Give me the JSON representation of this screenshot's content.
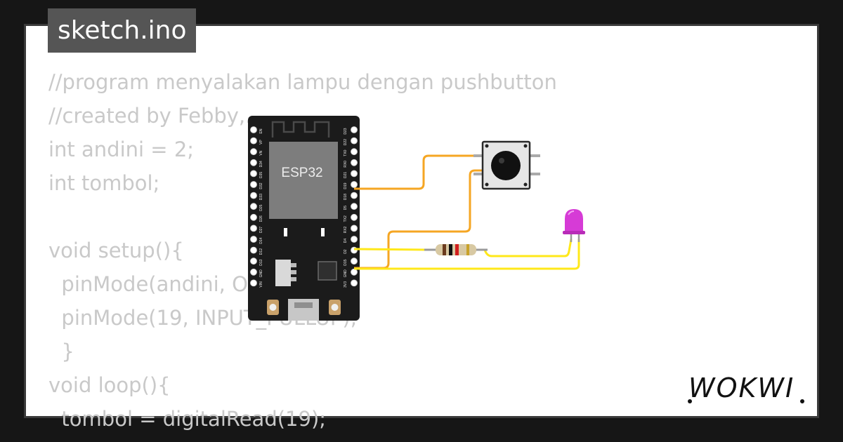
{
  "editor": {
    "filename": "sketch.ino",
    "code_lines": [
      "//program menyalakan lampu dengan pushbutton",
      "//created by Febby,....",
      "int andini = 2;",
      "int tombol;",
      "",
      "void setup(){",
      "  pinMode(andini, OUTPUT);",
      "  pinMode(19, INPUT_PULLUP);",
      "  }",
      "void loop(){",
      "  tombol = digitalRead(19);"
    ]
  },
  "board": {
    "chip_label": "ESP32",
    "left_pins": [
      "EN",
      "VP",
      "VN",
      "D34",
      "D35",
      "D32",
      "D33",
      "D25",
      "D26",
      "D27",
      "D14",
      "D12",
      "D13",
      "GND",
      "VIN"
    ],
    "right_pins": [
      "D23",
      "D22",
      "TX0",
      "RX0",
      "D21",
      "D19",
      "D18",
      "D5",
      "TX2",
      "RX2",
      "D4",
      "D2",
      "D15",
      "GND",
      "3V3"
    ]
  },
  "components": [
    "pushbutton-icon",
    "resistor-icon",
    "led-icon"
  ],
  "colors": {
    "wire_orange": "#f5a623",
    "wire_yellow": "#ffe81a",
    "led": "#d63bd6",
    "board": "#1b1b1b"
  },
  "brand": {
    "logo_text": "WOKWI"
  }
}
